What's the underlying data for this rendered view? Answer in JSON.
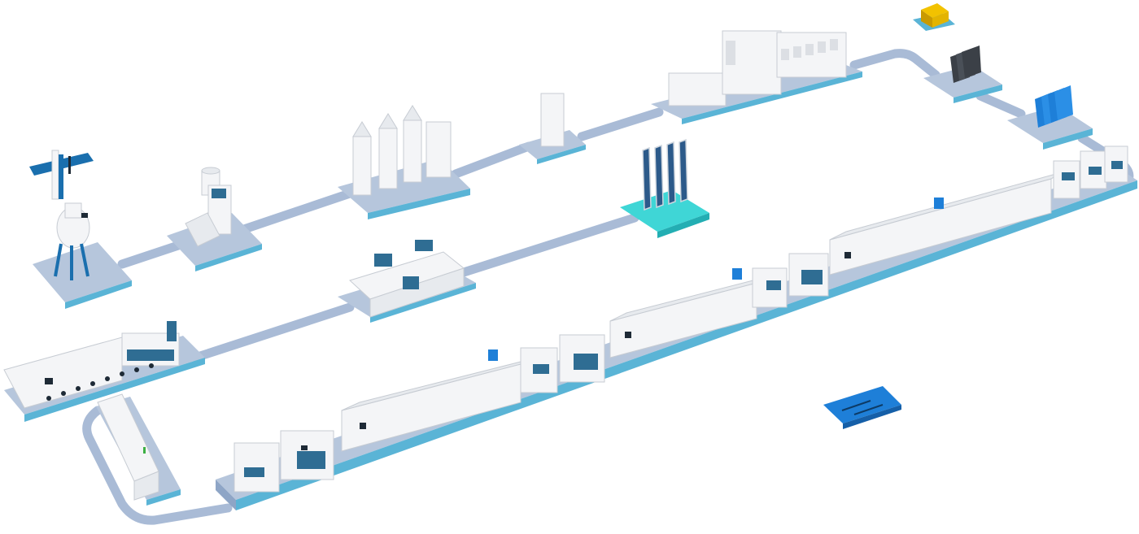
{
  "colors": {
    "background": "#ffffff",
    "conveyor": "#a9bbd6",
    "conveyor_edge": "#7f99be",
    "platform_top": "#b6c6dc",
    "platform_side": "#8ea5c6",
    "platform_edge": "#5ab4d6",
    "machine_body": "#f4f5f7",
    "machine_side": "#dcdfe4",
    "accent_blue": "#1a6fae",
    "bright_blue": "#1e7fd8",
    "panel_blue": "#2f6d93",
    "cyan_pad": "#3fd6d6",
    "gold_box": "#e3b400",
    "dark_slot": "#1e2a36",
    "light_red": "#e2452b",
    "light_green": "#3cb043",
    "light_yellow": "#f2c200"
  },
  "stations": [
    {
      "name": "crystal-puller-tower",
      "kind": "tower"
    },
    {
      "name": "ingot-grinder",
      "kind": "grinder"
    },
    {
      "name": "silo-tanks",
      "kind": "silos"
    },
    {
      "name": "storage-cabinet",
      "kind": "cabinet"
    },
    {
      "name": "wire-saw-unit",
      "kind": "saw"
    },
    {
      "name": "wafer-rack-cyan",
      "kind": "rack"
    },
    {
      "name": "wafer-inspection-unit",
      "kind": "inspection"
    },
    {
      "name": "washing-line",
      "kind": "washer"
    },
    {
      "name": "wafer-stack-dark",
      "kind": "stack"
    },
    {
      "name": "wafer-stack-blue",
      "kind": "stack"
    },
    {
      "name": "gold-material-box",
      "kind": "box"
    },
    {
      "name": "blue-solar-panel",
      "kind": "panel"
    },
    {
      "name": "loader-cabinet",
      "kind": "loader"
    },
    {
      "name": "cell-production-line",
      "kind": "line"
    }
  ]
}
